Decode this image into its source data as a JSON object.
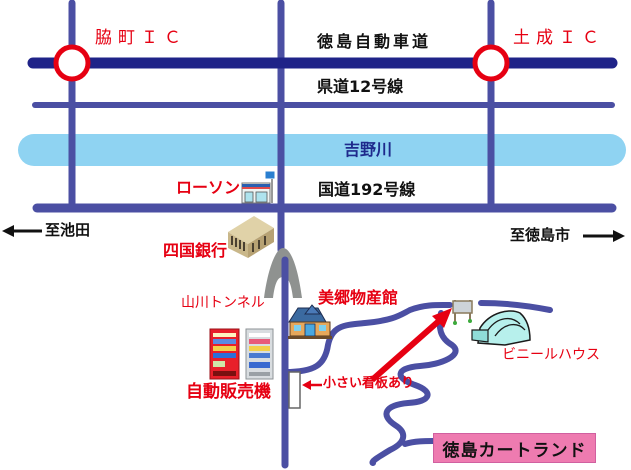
{
  "map": {
    "labels": {
      "ic_west": "脇町ＩＣ",
      "ic_east": "土成ＩＣ",
      "expressway": "徳島自動車道",
      "prefectural_road": "県道12号線",
      "river": "吉野川",
      "lawson": "ローソン",
      "national_road": "国道192号線",
      "to_ikeda": "至池田",
      "to_tokushima": "至徳島市",
      "shikoku_bank": "四国銀行",
      "tunnel": "山川トンネル",
      "souvenir_hall": "美郷物産館",
      "vending_machine": "自動販売機",
      "small_sign": "小さい看板あり",
      "greenhouse": "ビニールハウス",
      "destination": "徳島カートランド"
    },
    "icons": {
      "ic_west": "interchange-circle",
      "ic_east": "interchange-circle",
      "lawson": "convenience-store-icon",
      "bank": "bank-building-icon",
      "tunnel": "tunnel-icon",
      "souvenir_hall": "house-icon",
      "vending": "vending-machine-icon",
      "sign": "signboard-icon",
      "greenhouse": "greenhouse-icon",
      "arrow_left": "arrow-left-icon",
      "arrow_right": "arrow-right-icon",
      "pointer": "red-arrow-icon"
    },
    "colors": {
      "expressway": "#1f2388",
      "road": "#4b4fa3",
      "river": "#8fd3f2",
      "label_red": "#e60012",
      "destination_bg": "#ee7bb0"
    }
  }
}
